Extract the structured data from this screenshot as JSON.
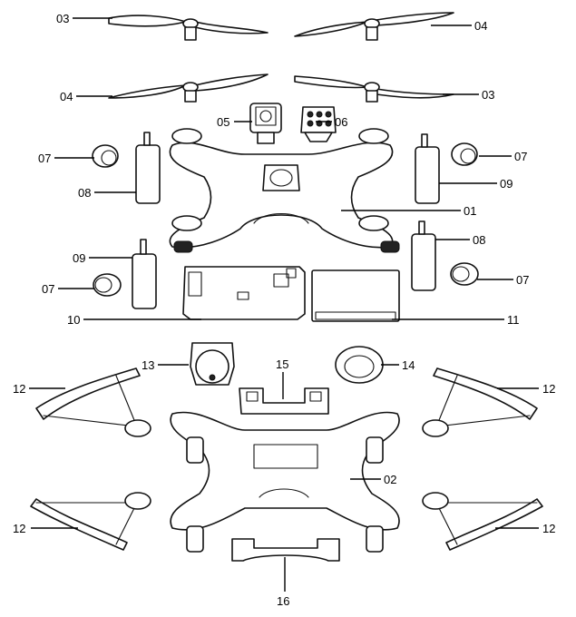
{
  "callouts": {
    "c01": "01",
    "c02": "02",
    "c03a": "03",
    "c03b": "03",
    "c04a": "04",
    "c04b": "04",
    "c05": "05",
    "c06": "06",
    "c07a": "07",
    "c07b": "07",
    "c07c": "07",
    "c07d": "07",
    "c08a": "08",
    "c08b": "08",
    "c09a": "09",
    "c09b": "09",
    "c10": "10",
    "c11": "11",
    "c12a": "12",
    "c12b": "12",
    "c12c": "12",
    "c12d": "12",
    "c13": "13",
    "c14": "14",
    "c15": "15",
    "c16": "16"
  }
}
